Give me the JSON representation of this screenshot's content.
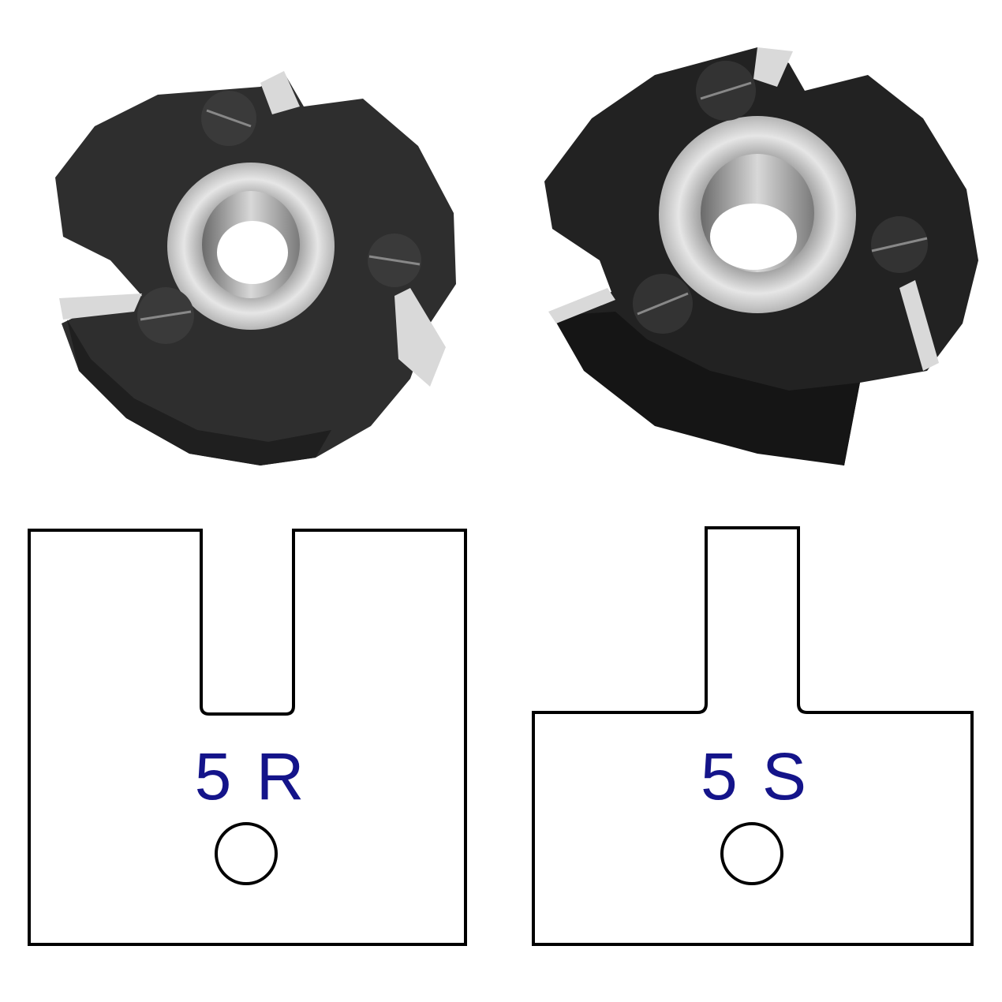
{
  "products": [
    {
      "code": "5 R",
      "profile": "groove"
    },
    {
      "code": "5 S",
      "profile": "tongue"
    }
  ],
  "colors": {
    "label": "#14148a",
    "outline": "#000000",
    "cutter_body": "#2b2b2b",
    "hub": "#c8c8c8"
  }
}
